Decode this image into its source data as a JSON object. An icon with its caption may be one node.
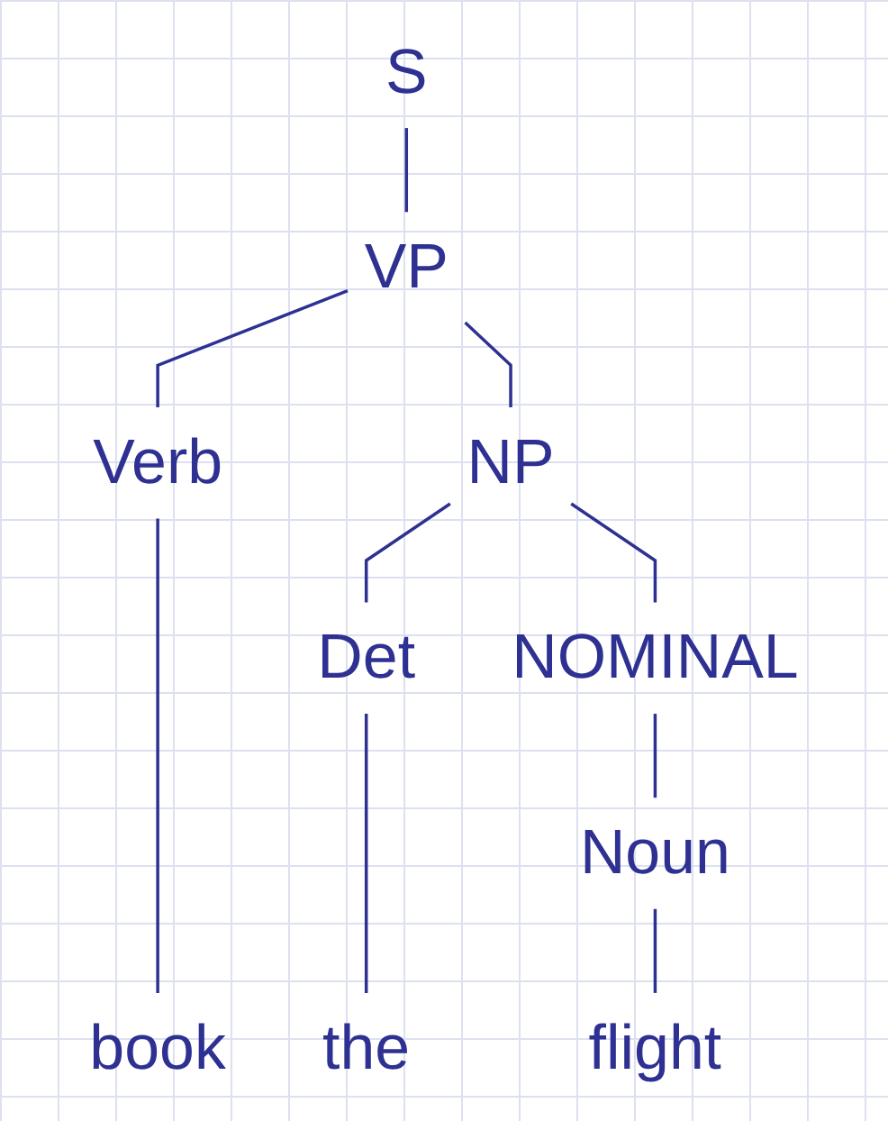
{
  "diagram": {
    "nodes": [
      {
        "text": [
          "S"
        ]
      },
      {
        "text": [
          "VP"
        ]
      },
      {
        "text": [
          "Verb"
        ]
      },
      {
        "text": [
          "NP"
        ]
      },
      {
        "text": [
          "Det"
        ]
      },
      {
        "text": [
          "NOMINAL"
        ]
      },
      {
        "text": [
          "Noun"
        ]
      },
      {
        "text": [
          "book"
        ]
      },
      {
        "text": [
          "the"
        ]
      },
      {
        "text": [
          "flight"
        ]
      }
    ],
    "edges": [
      {
        "from": 0,
        "to": 1,
        "arrow": "none"
      },
      {
        "from": 1,
        "to": 2,
        "arrow": "none"
      },
      {
        "from": 1,
        "to": 3,
        "arrow": "none"
      },
      {
        "from": 3,
        "to": 4,
        "arrow": "none"
      },
      {
        "from": 3,
        "to": 5,
        "arrow": "none"
      },
      {
        "from": 5,
        "to": 6,
        "arrow": "none"
      },
      {
        "from": 2,
        "to": 7,
        "arrow": "none"
      },
      {
        "from": 4,
        "to": 8,
        "arrow": "none"
      },
      {
        "from": 6,
        "to": 9,
        "arrow": "none"
      }
    ]
  }
}
